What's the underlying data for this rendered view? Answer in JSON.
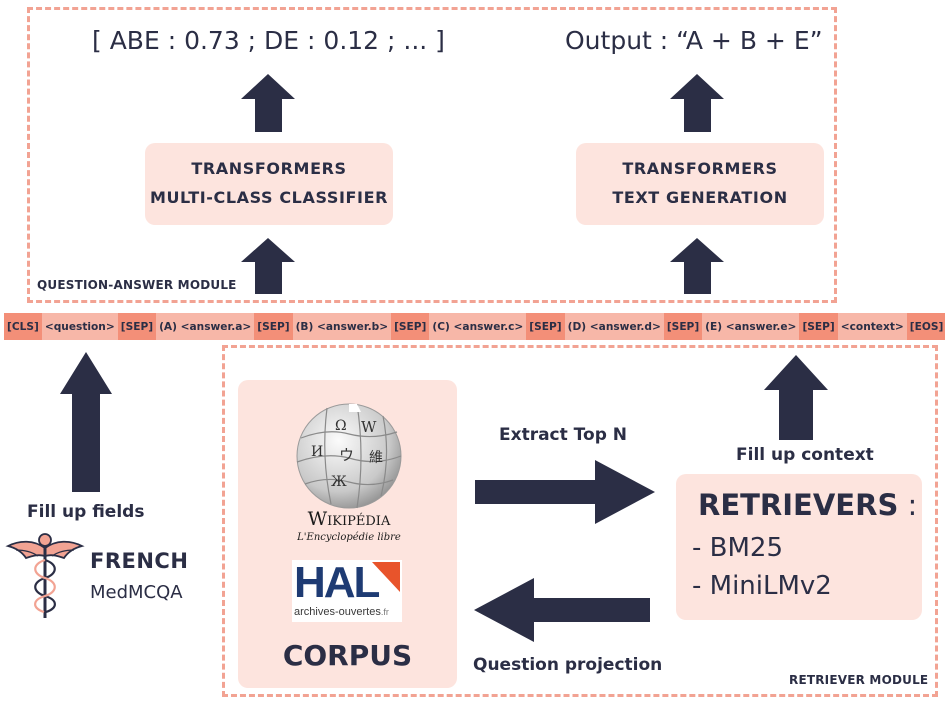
{
  "qa_module": {
    "label": "QUESTION-ANSWER MODULE",
    "classifier_output": "[ ABE : 0.73 ; DE : 0.12 ; ... ]",
    "generation_output": "Output : “A + B + E”",
    "classifier": {
      "line1": "TRANSFORMERS",
      "line2": "MULTI-CLASS CLASSIFIER"
    },
    "generator": {
      "line1": "TRANSFORMERS",
      "line2": "TEXT GENERATION"
    }
  },
  "input_sequence": [
    {
      "text": "[CLS]",
      "special": true
    },
    {
      "text": "<question>",
      "special": false
    },
    {
      "text": "[SEP]",
      "special": true
    },
    {
      "text": "(A) <answer.a>",
      "special": false
    },
    {
      "text": "[SEP]",
      "special": true
    },
    {
      "text": "(B) <answer.b>",
      "special": false
    },
    {
      "text": "[SEP]",
      "special": true
    },
    {
      "text": "(C) <answer.c>",
      "special": false
    },
    {
      "text": "[SEP]",
      "special": true
    },
    {
      "text": "(D) <answer.d>",
      "special": false
    },
    {
      "text": "[SEP]",
      "special": true
    },
    {
      "text": "(E) <answer.e>",
      "special": false
    },
    {
      "text": "[SEP]",
      "special": true
    },
    {
      "text": "<context>",
      "special": false
    },
    {
      "text": "[EOS]",
      "special": true
    }
  ],
  "retriever_module": {
    "label": "RETRIEVER MODULE",
    "corpus_label": "CORPUS",
    "wikipedia": {
      "name": "Wikipédia",
      "tagline": "L'Encyclopédie libre",
      "logo_letters": [
        "Ω",
        "W",
        "И",
        "ウ",
        "維",
        "Ж"
      ]
    },
    "hal": {
      "name": "HAL",
      "subtitle": "archives-ouvertes",
      "suffix": ".fr"
    },
    "retrievers": {
      "title": "RETRIEVERS",
      "colon": ":",
      "items": [
        "- BM25",
        "- MiniLMv2"
      ]
    },
    "extract_label": "Extract Top N",
    "projection_label": "Question projection",
    "fill_context_label": "Fill up context"
  },
  "dataset": {
    "fill_fields_label": "Fill up fields",
    "name": "FRENCH",
    "subtitle": "MedMCQA"
  },
  "colors": {
    "navy": "#2b2e45",
    "dashed_border": "#f2a393",
    "box_fill": "#fde4de",
    "bar_fill": "#f7b7a8",
    "token_special": "#f38f78",
    "hal_blue": "#1e3b73",
    "hal_orange": "#e8542b"
  }
}
